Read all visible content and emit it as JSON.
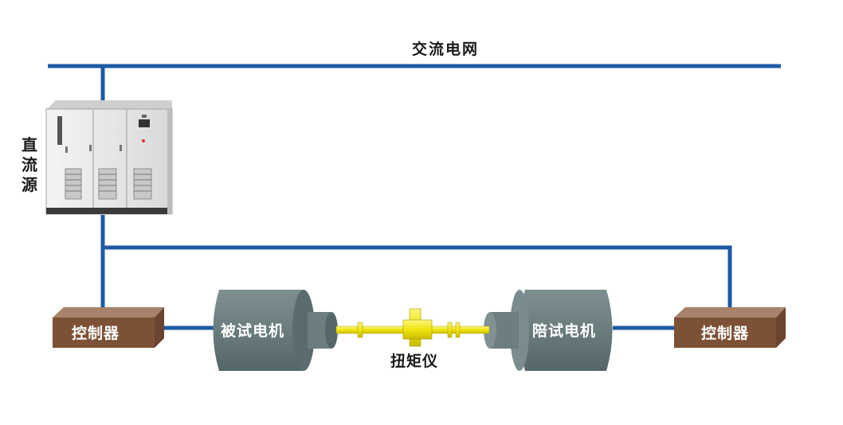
{
  "title": "交流电网",
  "dc_source": {
    "label": "直流源"
  },
  "left_controller": {
    "label": "控制器"
  },
  "right_controller": {
    "label": "控制器"
  },
  "test_motor": {
    "label": "被试电机"
  },
  "load_motor": {
    "label": "陪试电机"
  },
  "torque_meter": {
    "label": "扭矩仪"
  },
  "colors": {
    "bus_line": "#1e5aa4",
    "controller_front": "#7d5136",
    "controller_top": "#a8826a",
    "motor_body": "#6d7f80",
    "motor_dark": "#4d5e60",
    "shaft": "#f2ea14",
    "cabinet": "#e6e6e6"
  }
}
